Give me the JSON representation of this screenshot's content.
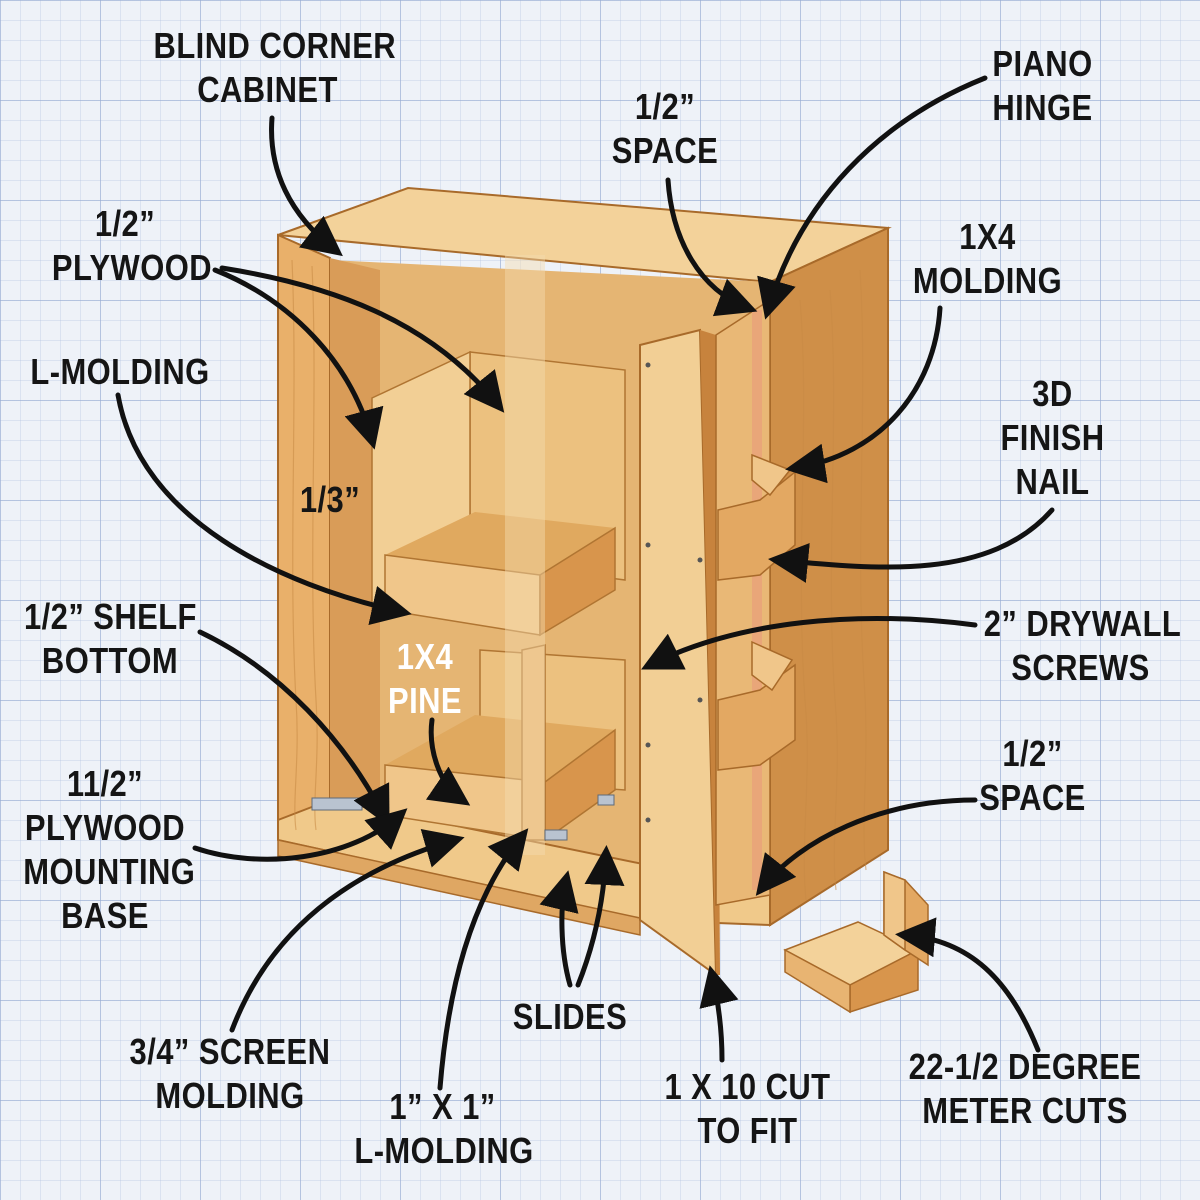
{
  "labels": {
    "blind_corner_cabinet": [
      "BLIND CORNER",
      "CABINET"
    ],
    "plywood_half": [
      "1/2”",
      "PLYWOOD"
    ],
    "space_top": [
      "1/2”",
      "SPACE"
    ],
    "piano_hinge": [
      "PIANO",
      "HINGE"
    ],
    "molding_1x4": [
      "1X4",
      "MOLDING"
    ],
    "l_molding": [
      "L-MOLDING"
    ],
    "finish_nail": [
      "3D",
      "FINISH",
      "NAIL"
    ],
    "one_third": [
      "1/3”"
    ],
    "shelf_bottom": [
      "1/2” SHELF",
      "BOTTOM"
    ],
    "pine_1x4": [
      "1X4",
      "PINE"
    ],
    "drywall_screws": [
      "2” DRYWALL",
      "SCREWS"
    ],
    "mounting_base": [
      "11/2”",
      "PLYWOOD",
      "MOUNTING",
      "BASE"
    ],
    "space_bottom": [
      "1/2”",
      "SPACE"
    ],
    "screen_molding": [
      "3/4” SCREEN",
      "MOLDING"
    ],
    "l_molding_1x1": [
      "1” X 1”",
      "L-MOLDING"
    ],
    "slides": [
      "SLIDES"
    ],
    "cut_to_fit": [
      "1 X 10 CUT",
      "TO FIT"
    ],
    "meter_cuts": [
      "22-1/2 DEGREE",
      "METER CUTS"
    ]
  },
  "colors": {
    "wood_light": "#f0c98a",
    "wood_mid": "#dda35a",
    "wood_dark": "#c07a35",
    "interior": "#e2ae6a",
    "label_text": "#151515",
    "arrow": "#111111"
  }
}
